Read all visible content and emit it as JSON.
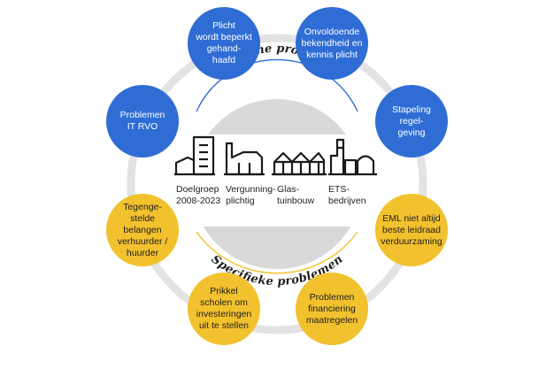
{
  "colors": {
    "blue": "#2f6dd4",
    "yellow": "#f2c12e",
    "ring": "#e3e3e3",
    "center": "#d9d9d9"
  },
  "arcs": {
    "top": "Algemene problemen",
    "bottom": "Specifieke problemen"
  },
  "categories": [
    {
      "label": "Doelgroep\n2008-2023",
      "icon": "office-buildings-icon"
    },
    {
      "label": "Vergunning-\nplichtig",
      "icon": "factory-icon"
    },
    {
      "label": "Glas-\ntuinbouw",
      "icon": "greenhouse-icon"
    },
    {
      "label": "ETS-\nbedrijven",
      "icon": "industrial-plant-icon"
    }
  ],
  "problems": {
    "general": [
      {
        "text": "Plicht\nwordt beperkt\ngehand-\nhaafd"
      },
      {
        "text": "Onvoldoende\nbekendheid en\nkennis plicht"
      },
      {
        "text": "Problemen\nIT RVO"
      },
      {
        "text": "Stapeling\nregel-\ngeving"
      }
    ],
    "specific": [
      {
        "text": "Tegenge-\nstelde belangen\nverhuurder /\nhuurder"
      },
      {
        "text": "EML niet altijd\nbeste leidraad\nverduurzaming"
      },
      {
        "text": "Prikkel\nscholen om\ninvesteringen\nuit te stellen"
      },
      {
        "text": "Problemen\nfinanciering\nmaatregelen"
      }
    ]
  }
}
